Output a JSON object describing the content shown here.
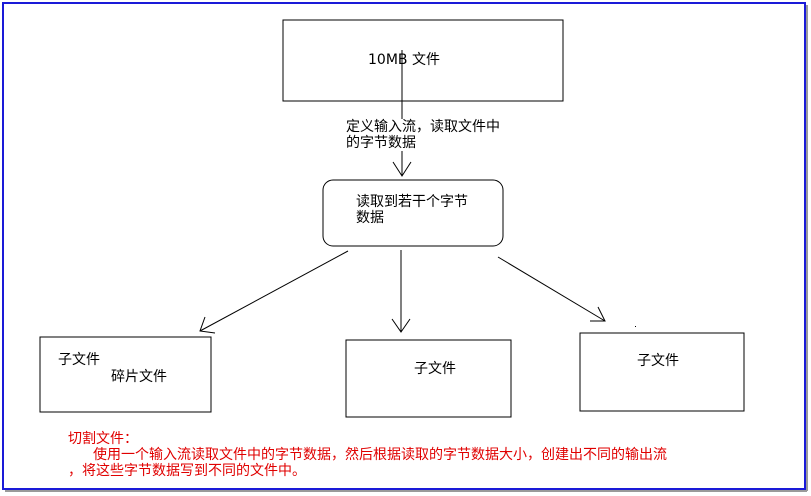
{
  "diagram": {
    "source_box": {
      "label": "10MB 文件"
    },
    "edge_label": {
      "line1": "定义输入流，读取文件中",
      "line2": "的字节数据"
    },
    "read_box": {
      "line1": "读取到若干个字节",
      "line2": "数据"
    },
    "children": [
      {
        "line1": "子文件",
        "line2": "碎片文件"
      },
      {
        "line1": "子文件"
      },
      {
        "line1": "子文件"
      }
    ]
  },
  "note": {
    "title": "切割文件：",
    "line1": "使用一个输入流读取文件中的字节数据，然后根据读取的字节数据大小，创建出不同的输出流",
    "line2": "，将这些字节数据写到不同的文件中。"
  },
  "colors": {
    "frame": "#1a1ad8",
    "note_text": "#e00000",
    "stroke": "#000000"
  }
}
